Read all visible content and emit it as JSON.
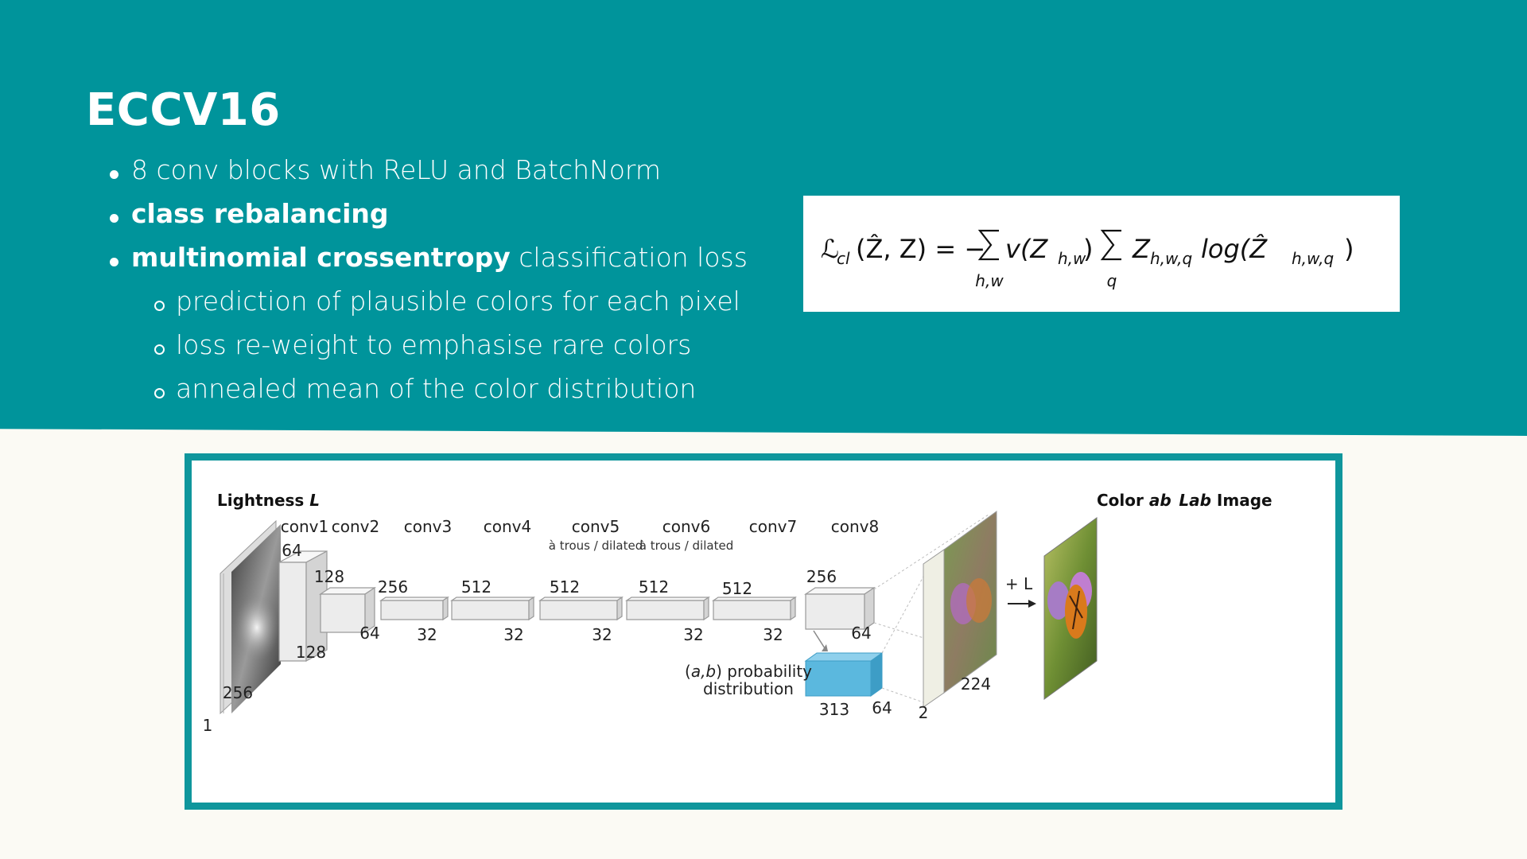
{
  "slide": {
    "title": "ECCV16",
    "bullets": [
      {
        "level": 1,
        "parts": [
          {
            "text": "8 conv blocks with ReLU and BatchNorm",
            "bold": false
          }
        ]
      },
      {
        "level": 1,
        "parts": [
          {
            "text": "class rebalancing",
            "bold": true
          }
        ]
      },
      {
        "level": 1,
        "parts": [
          {
            "text": "multinomial crossentropy",
            "bold": true
          },
          {
            "text": " classification loss",
            "bold": false
          }
        ]
      },
      {
        "level": 2,
        "parts": [
          {
            "text": "prediction of plausible colors for each pixel",
            "bold": false
          }
        ]
      },
      {
        "level": 2,
        "parts": [
          {
            "text": "loss re-weight to emphasise rare colors",
            "bold": false
          }
        ]
      },
      {
        "level": 2,
        "parts": [
          {
            "text": "annealed mean of the color distribution",
            "bold": false
          }
        ]
      }
    ]
  },
  "formula": {
    "lhs_script": "ℒ",
    "lhs_sub": "cl",
    "lhs_args": "(Ẑ, Z) = −",
    "sum1_under": "h,w",
    "weight": "v(Z",
    "weight_sub": "h,w",
    "weight_close": ")",
    "sum2_under": "q",
    "term": "Z",
    "term_sub": "h,w,q",
    "log": "log(Ẑ",
    "log_sub": "h,w,q",
    "log_close": ")"
  },
  "diagram": {
    "input_label": "Lightness ",
    "input_label_italic": "L",
    "input_dims": {
      "channels": "1",
      "size": "256"
    },
    "conv_labels": [
      "conv1",
      "conv2",
      "conv3",
      "conv4",
      "conv5",
      "conv6",
      "conv7",
      "conv8"
    ],
    "dilated_note": "à trous / dilated",
    "dims": {
      "c1_ch": "64",
      "c1_sz": "128",
      "c2_ch": "128",
      "c2_sz": "64",
      "c3_ch": "256",
      "c3_sz": "32",
      "c4_ch": "512",
      "c4_sz": "32",
      "c5_ch": "512",
      "c5_sz": "32",
      "c6_ch": "512",
      "c6_sz": "32",
      "c7_ch": "512",
      "c7_sz": "32",
      "c8_ch": "256",
      "c8_sz": "64"
    },
    "prob_label_italic": "a,b",
    "prob_label_rest": ") probability",
    "prob_label_line2": "distribution",
    "prob_dims": {
      "ch": "313",
      "sz": "64"
    },
    "color_label": "Color ",
    "color_label_italic": "ab",
    "color_dims": {
      "ch": "2",
      "sz": "224"
    },
    "plus_l": "+ L",
    "output_label_italic": "Lab",
    "output_label": " Image",
    "colors": {
      "block": "#ececec",
      "block_top": "#f7f7f7",
      "block_side": "#d4d4d4",
      "prob": "#5bb8de",
      "prob_top": "#8fd0ec",
      "prob_side": "#3d9dc6"
    }
  }
}
